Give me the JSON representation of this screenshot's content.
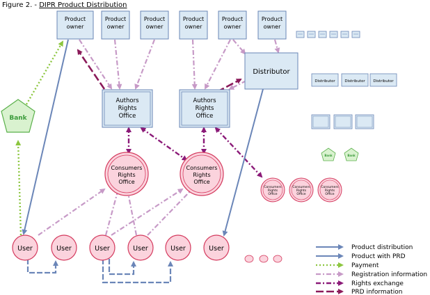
{
  "figure": {
    "prefix": "Figure 2. - ",
    "title": "DIPR Product Distribution"
  },
  "product_owners": [
    {
      "line1": "Product",
      "line2": "owner"
    },
    {
      "line1": "Product",
      "line2": "owner"
    },
    {
      "line1": "Product",
      "line2": "owner"
    },
    {
      "line1": "Product",
      "line2": "owner"
    },
    {
      "line1": "Product",
      "line2": "owner"
    },
    {
      "line1": "Product",
      "line2": "owner"
    }
  ],
  "distributor": {
    "label": "Distributor"
  },
  "small_distributors": [
    "Distributor",
    "Distributor",
    "Distributor"
  ],
  "authors_offices": [
    {
      "line1": "Authors",
      "line2": "Rights",
      "line3": "Office"
    },
    {
      "line1": "Authors",
      "line2": "Rights",
      "line3": "Office"
    }
  ],
  "consumers_offices": [
    {
      "line1": "Consumers",
      "line2": "Rights",
      "line3": "Office"
    },
    {
      "line1": "Consumers",
      "line2": "Rights",
      "line3": "Office"
    }
  ],
  "small_consumers_offices": [
    {
      "line1": "Consumers",
      "line2": "Rights",
      "line3": "Office"
    },
    {
      "line1": "Consumers",
      "line2": "Rights",
      "line3": "Office"
    },
    {
      "line1": "Consumers",
      "line2": "Rights",
      "line3": "Office"
    }
  ],
  "bank": {
    "label": "Bank"
  },
  "small_banks": [
    "Bank",
    "Bank"
  ],
  "users": [
    "User",
    "User",
    "User",
    "User",
    "User",
    "User"
  ],
  "legend": [
    {
      "label": "Product distribution",
      "color": "#6b86b8",
      "style": "solid"
    },
    {
      "label": "Product with PRD",
      "color": "#6b86b8",
      "style": "solid"
    },
    {
      "label": "Payment",
      "color": "#8cc63f",
      "style": "dotted"
    },
    {
      "label": "Registration information",
      "color": "#c79ac7",
      "style": "dashdot"
    },
    {
      "label": "Rights exchange",
      "color": "#8b1a78",
      "style": "dashdot"
    },
    {
      "label": "PRD information",
      "color": "#8b1a5a",
      "style": "dashed"
    }
  ],
  "colors": {
    "box_fill": "#dbe9f4",
    "box_stroke": "#6a86b6",
    "circle_fill": "#fbd3dd",
    "circle_stroke": "#d43a5e",
    "bank_fill": "#d9f2cf",
    "bank_stroke": "#5ab04a",
    "bank_text": "#3b9b3b"
  }
}
